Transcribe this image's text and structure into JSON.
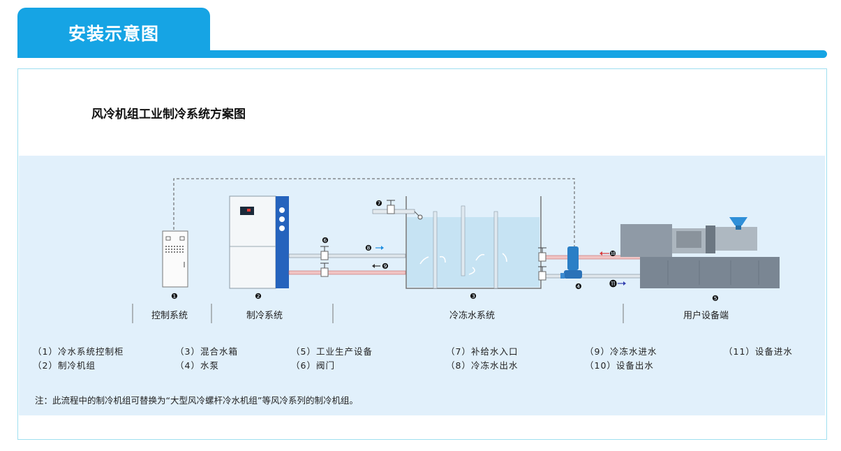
{
  "header": {
    "tab_title": "安装示意图"
  },
  "diagram": {
    "title": "风冷机组工业制冷系统方案图",
    "sections": [
      "控制系统",
      "制冷系统",
      "冷冻水系统",
      "用户设备端"
    ],
    "markers": [
      "❶",
      "❷",
      "❸",
      "❹",
      "❺",
      "❻",
      "❼",
      "❽",
      "❾",
      "❿",
      "⓫"
    ],
    "legend": [
      "（1）冷水系统控制柜",
      "（2）制冷机组",
      "（3）混合水箱",
      "（4）水泵",
      "（5）工业生产设备",
      "（6）阀门",
      "（7）补给水入口",
      "（8）冷冻水出水",
      "（9）冷冻水进水",
      "（10）设备出水",
      "（11）设备进水"
    ],
    "note": "注：此流程中的制冷机组可替换为“大型风冷螺杆冷水机组”等风冷系列的制冷机组。",
    "colors": {
      "accent": "#16a4e4",
      "area_bg": "#e1f0fb",
      "hot_pipe": "#e06464",
      "cold_pipe": "#6a6ee0"
    }
  }
}
